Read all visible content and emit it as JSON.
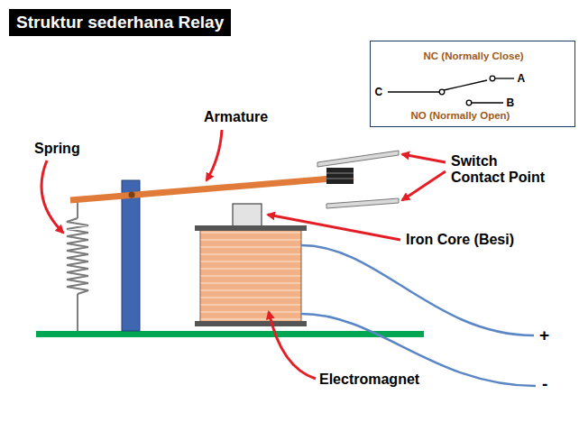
{
  "diagram": {
    "title": "Struktur sederhana Relay",
    "nodes": [
      {
        "text": [
          "NC (Normally Close)",
          "A",
          "C",
          "B",
          "NO (Normally Open)"
        ]
      }
    ],
    "labels": [
      "Armature",
      "Spring",
      "Switch Contact Point",
      "Iron Core (Besi)",
      "+",
      "Electromagnet",
      "-"
    ]
  }
}
